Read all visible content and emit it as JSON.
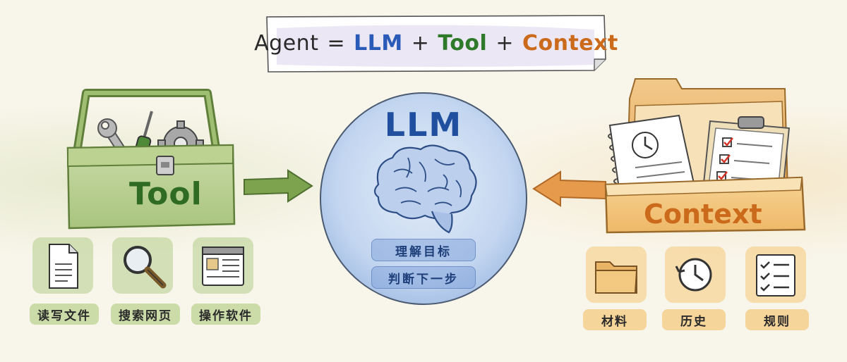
{
  "formula": {
    "agent": "Agent",
    "eq": "=",
    "llm": "LLM",
    "plus1": "+",
    "tool": "Tool",
    "plus2": "+",
    "context": "Context"
  },
  "llm": {
    "title": "LLM",
    "chips": [
      "理解目标",
      "判断下一步"
    ]
  },
  "tool": {
    "title": "Tool",
    "items": [
      "读写文件",
      "搜索网页",
      "操作软件"
    ]
  },
  "context": {
    "title": "Context",
    "items": [
      "材料",
      "历史",
      "规则"
    ]
  },
  "colors": {
    "llm": "#2a5bb8",
    "tool": "#2f7a2a",
    "context": "#cc6a1c"
  },
  "icons": {
    "tool_items": [
      "document-icon",
      "magnifier-icon",
      "window-icon"
    ],
    "context_items": [
      "folder-icon",
      "history-clock-icon",
      "checklist-icon"
    ]
  }
}
